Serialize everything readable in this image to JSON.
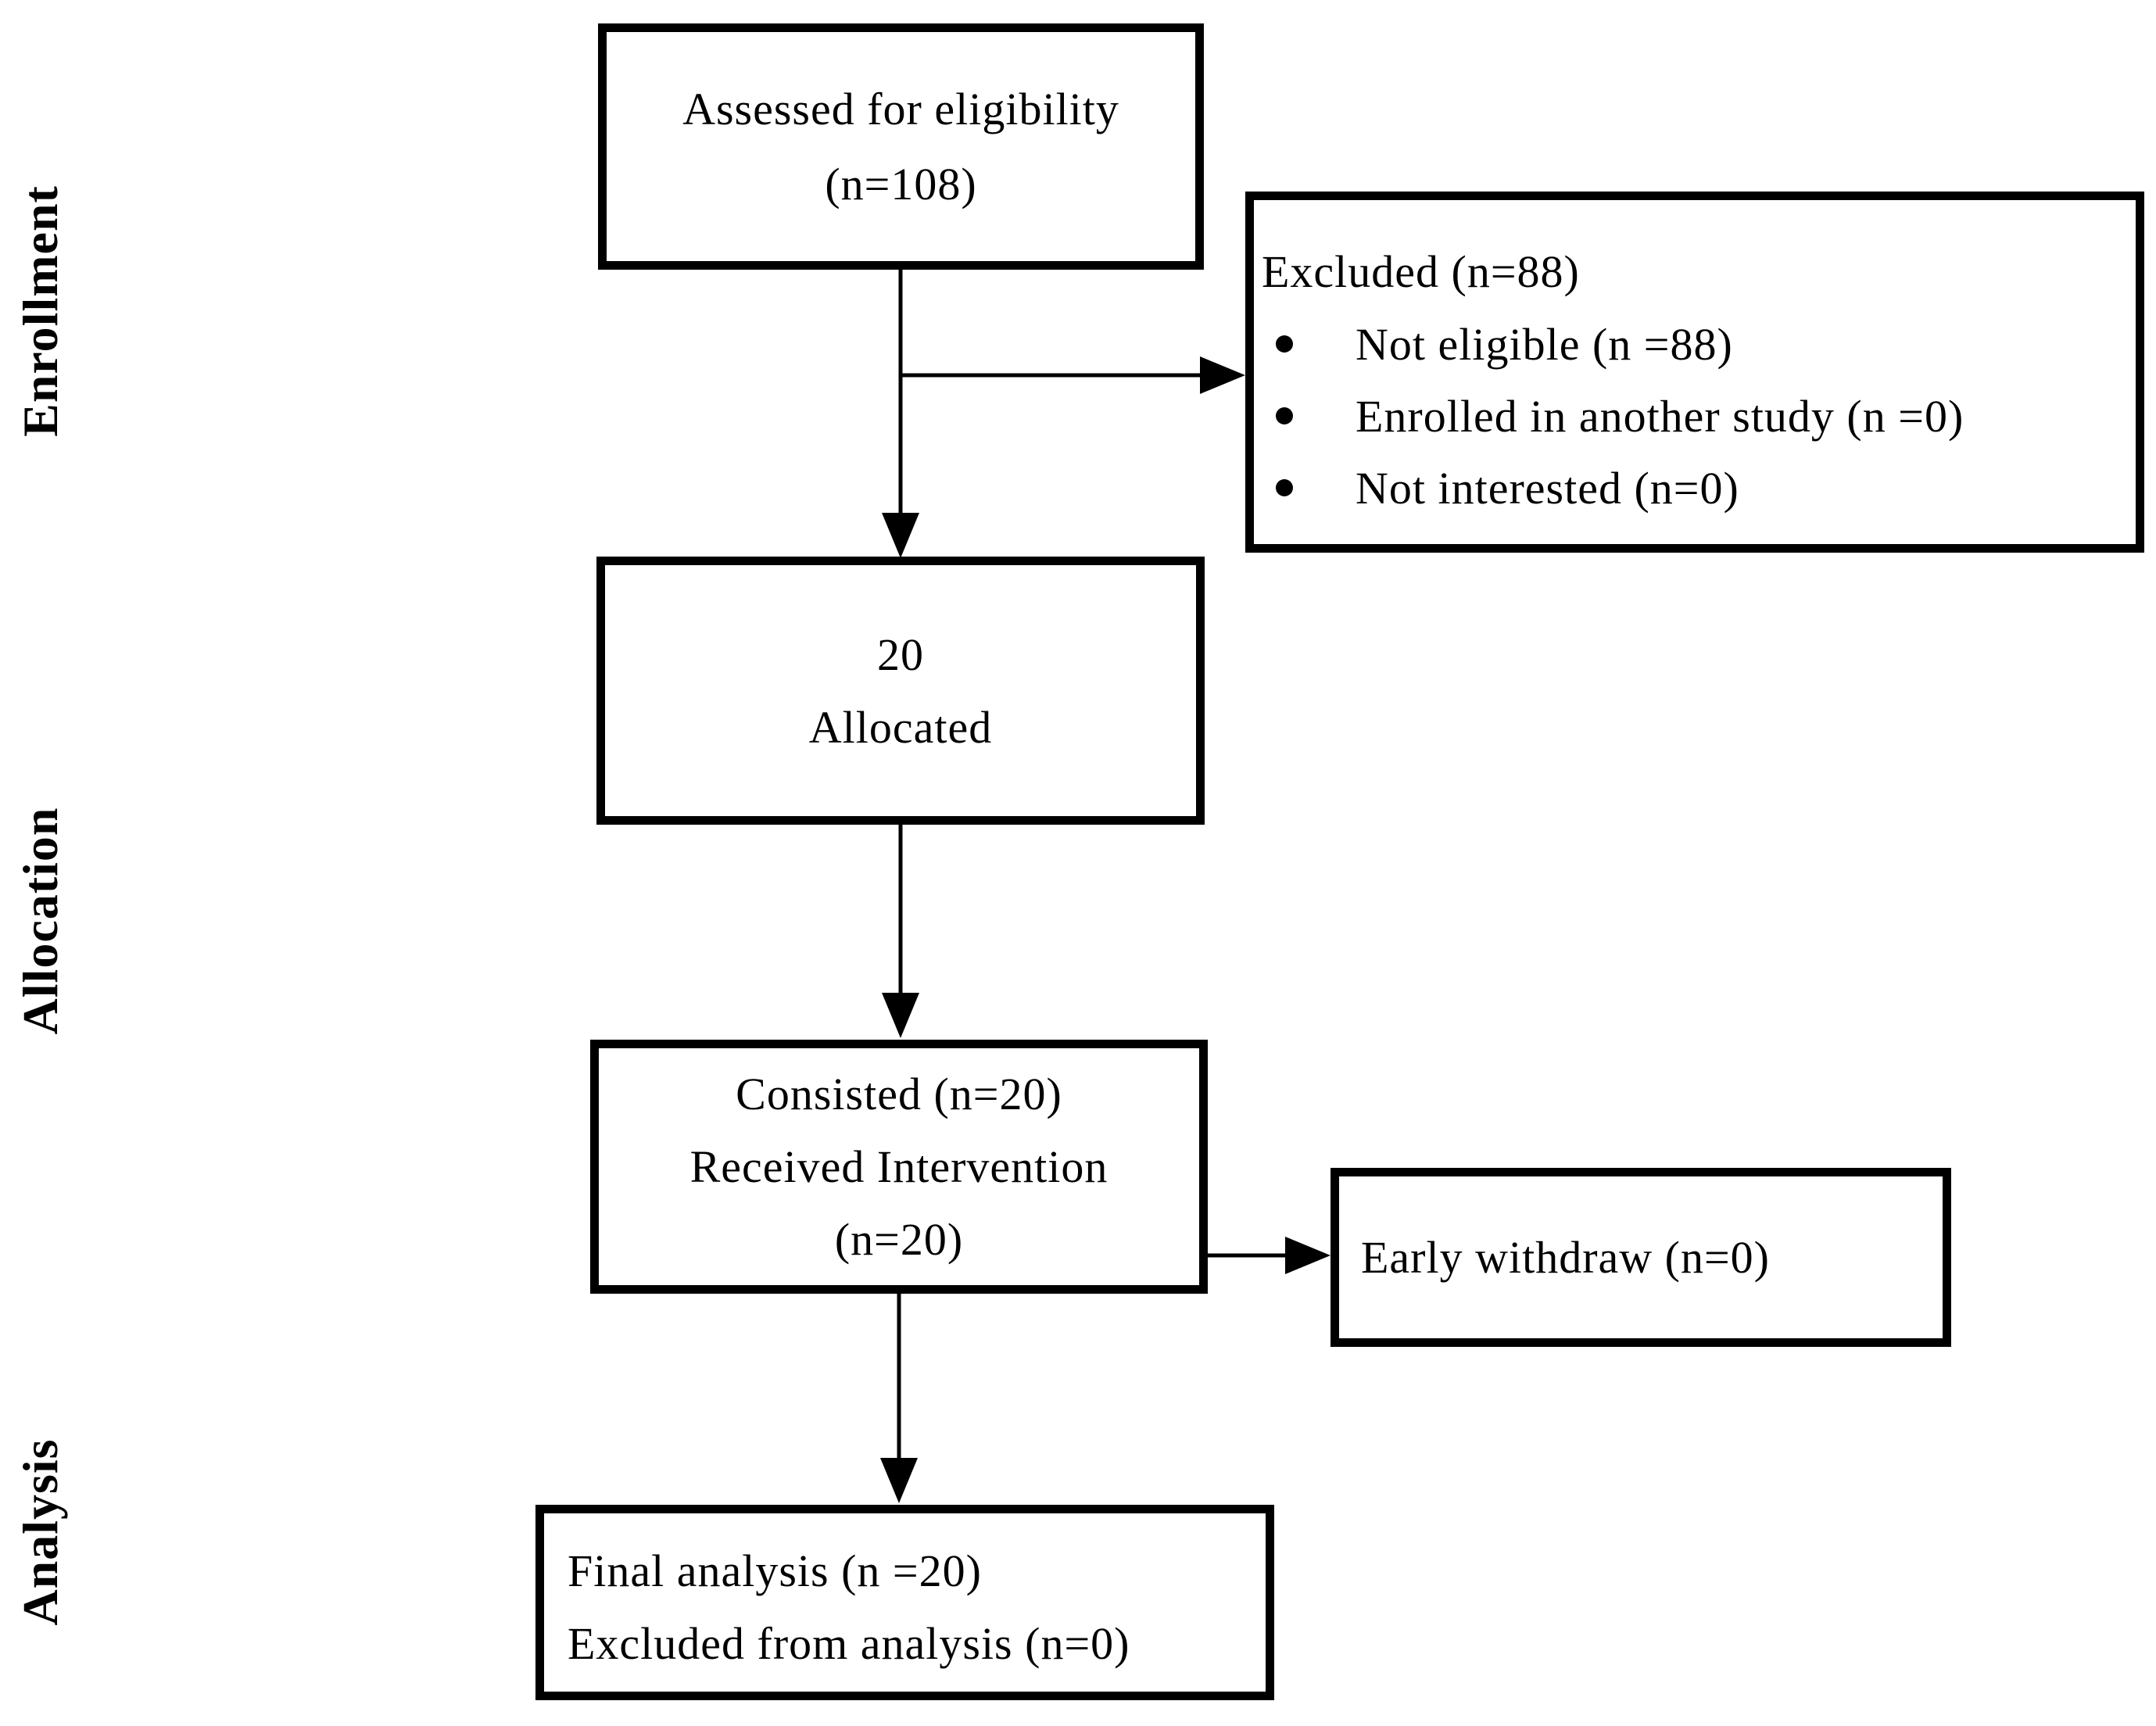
{
  "stages": [
    {
      "label": "Enrollment"
    },
    {
      "label": "Allocation"
    },
    {
      "label": "Analysis"
    }
  ],
  "boxes": {
    "assessed": {
      "lines": [
        "Assessed for eligibility",
        "(n=108)"
      ]
    },
    "excluded": {
      "title": "Excluded (n=88)",
      "items": [
        "Not eligible (n =88)",
        "Enrolled in another study (n =0)",
        "Not interested (n=0)"
      ]
    },
    "allocated": {
      "lines": [
        "20",
        "Allocated"
      ]
    },
    "consisted": {
      "lines": [
        "Consisted (n=20)",
        "Received Intervention",
        "(n=20)"
      ]
    },
    "early_withdraw": {
      "lines": [
        "Early withdraw (n=0)"
      ]
    },
    "final_analysis": {
      "lines": [
        "Final analysis (n =20)",
        "Excluded from analysis (n=0)"
      ]
    }
  },
  "colors": {
    "line": "#000000",
    "text": "#000000",
    "background": "#ffffff"
  }
}
